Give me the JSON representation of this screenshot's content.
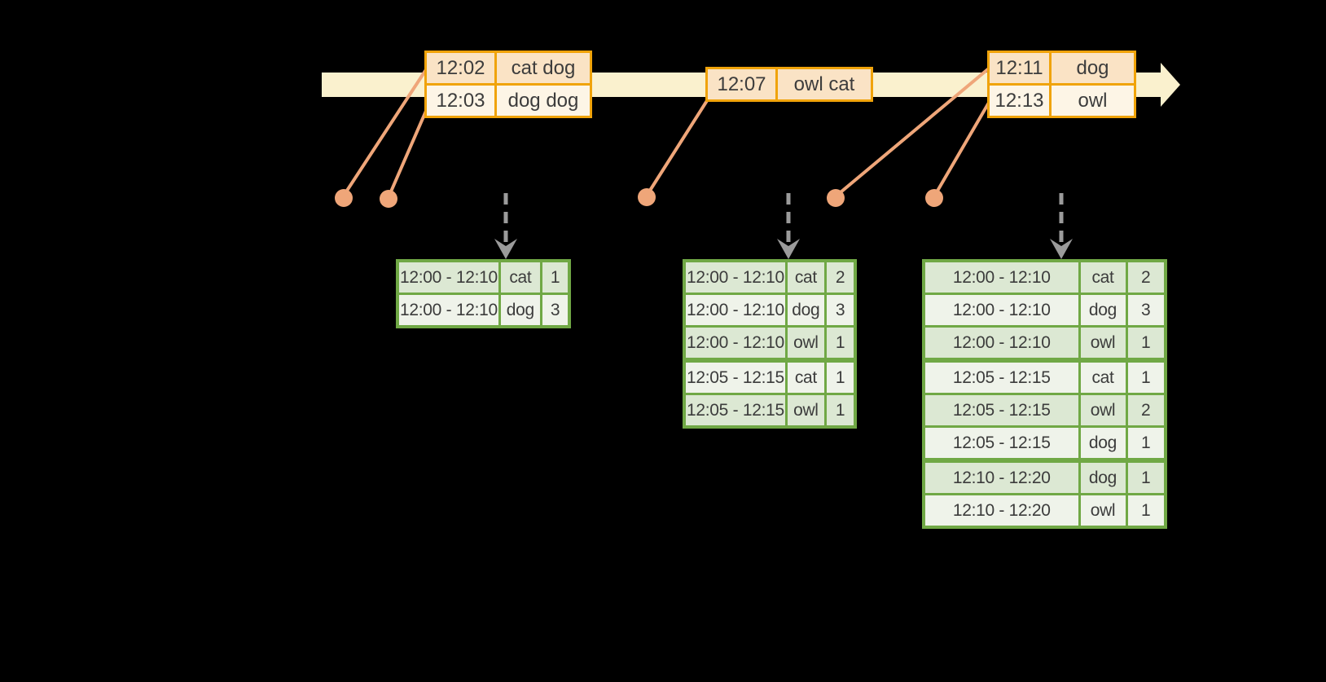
{
  "colors": {
    "background": "#000000",
    "timeline_band": "#FAF1CE",
    "event_table_border": "#F0A30A",
    "event_row_dark": "#FAE3C5",
    "event_row_light": "#FDF5E6",
    "connector_salmon": "#EFA679",
    "result_table_border": "#70A845",
    "result_row_dark": "#DCE8D3",
    "result_row_light": "#EFF3EA",
    "trigger_arrow_gray": "#9B9B9B",
    "text": "#3C3C3C"
  },
  "event_tables": [
    {
      "rows": [
        {
          "time": "12:02",
          "words": "cat dog"
        },
        {
          "time": "12:03",
          "words": "dog dog"
        }
      ]
    },
    {
      "rows": [
        {
          "time": "12:07",
          "words": "owl cat"
        }
      ]
    },
    {
      "rows": [
        {
          "time": "12:11",
          "words": "dog"
        },
        {
          "time": "12:13",
          "words": "owl"
        }
      ]
    }
  ],
  "result_tables": [
    {
      "rows": [
        {
          "window": "12:00 - 12:10",
          "word": "cat",
          "count": "1"
        },
        {
          "window": "12:00 - 12:10",
          "word": "dog",
          "count": "3"
        }
      ]
    },
    {
      "rows": [
        {
          "window": "12:00 - 12:10",
          "word": "cat",
          "count": "2"
        },
        {
          "window": "12:00 - 12:10",
          "word": "dog",
          "count": "3"
        },
        {
          "window": "12:00 - 12:10",
          "word": "owl",
          "count": "1"
        },
        {
          "window": "12:05 - 12:15",
          "word": "cat",
          "count": "1",
          "group_start": true
        },
        {
          "window": "12:05 - 12:15",
          "word": "owl",
          "count": "1"
        }
      ]
    },
    {
      "rows": [
        {
          "window": "12:00 - 12:10",
          "word": "cat",
          "count": "2"
        },
        {
          "window": "12:00 - 12:10",
          "word": "dog",
          "count": "3"
        },
        {
          "window": "12:00 - 12:10",
          "word": "owl",
          "count": "1"
        },
        {
          "window": "12:05 - 12:15",
          "word": "cat",
          "count": "1",
          "group_start": true
        },
        {
          "window": "12:05 - 12:15",
          "word": "owl",
          "count": "2"
        },
        {
          "window": "12:05 - 12:15",
          "word": "dog",
          "count": "1"
        },
        {
          "window": "12:10 - 12:20",
          "word": "dog",
          "count": "1",
          "group_start": true
        },
        {
          "window": "12:10 - 12:20",
          "word": "owl",
          "count": "1"
        }
      ]
    }
  ]
}
